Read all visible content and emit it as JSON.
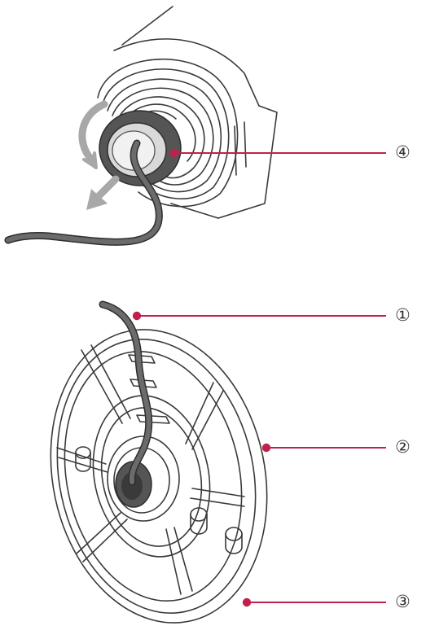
{
  "callouts": [
    {
      "label": "④"
    },
    {
      "label": "①"
    },
    {
      "label": "②"
    },
    {
      "label": "③"
    }
  ],
  "colors": {
    "leader": "#c0214c",
    "outline": "#3a3a3a",
    "cable": "#6b6b6b",
    "gasket": "#555555",
    "arrow": "#a8a8a8"
  }
}
